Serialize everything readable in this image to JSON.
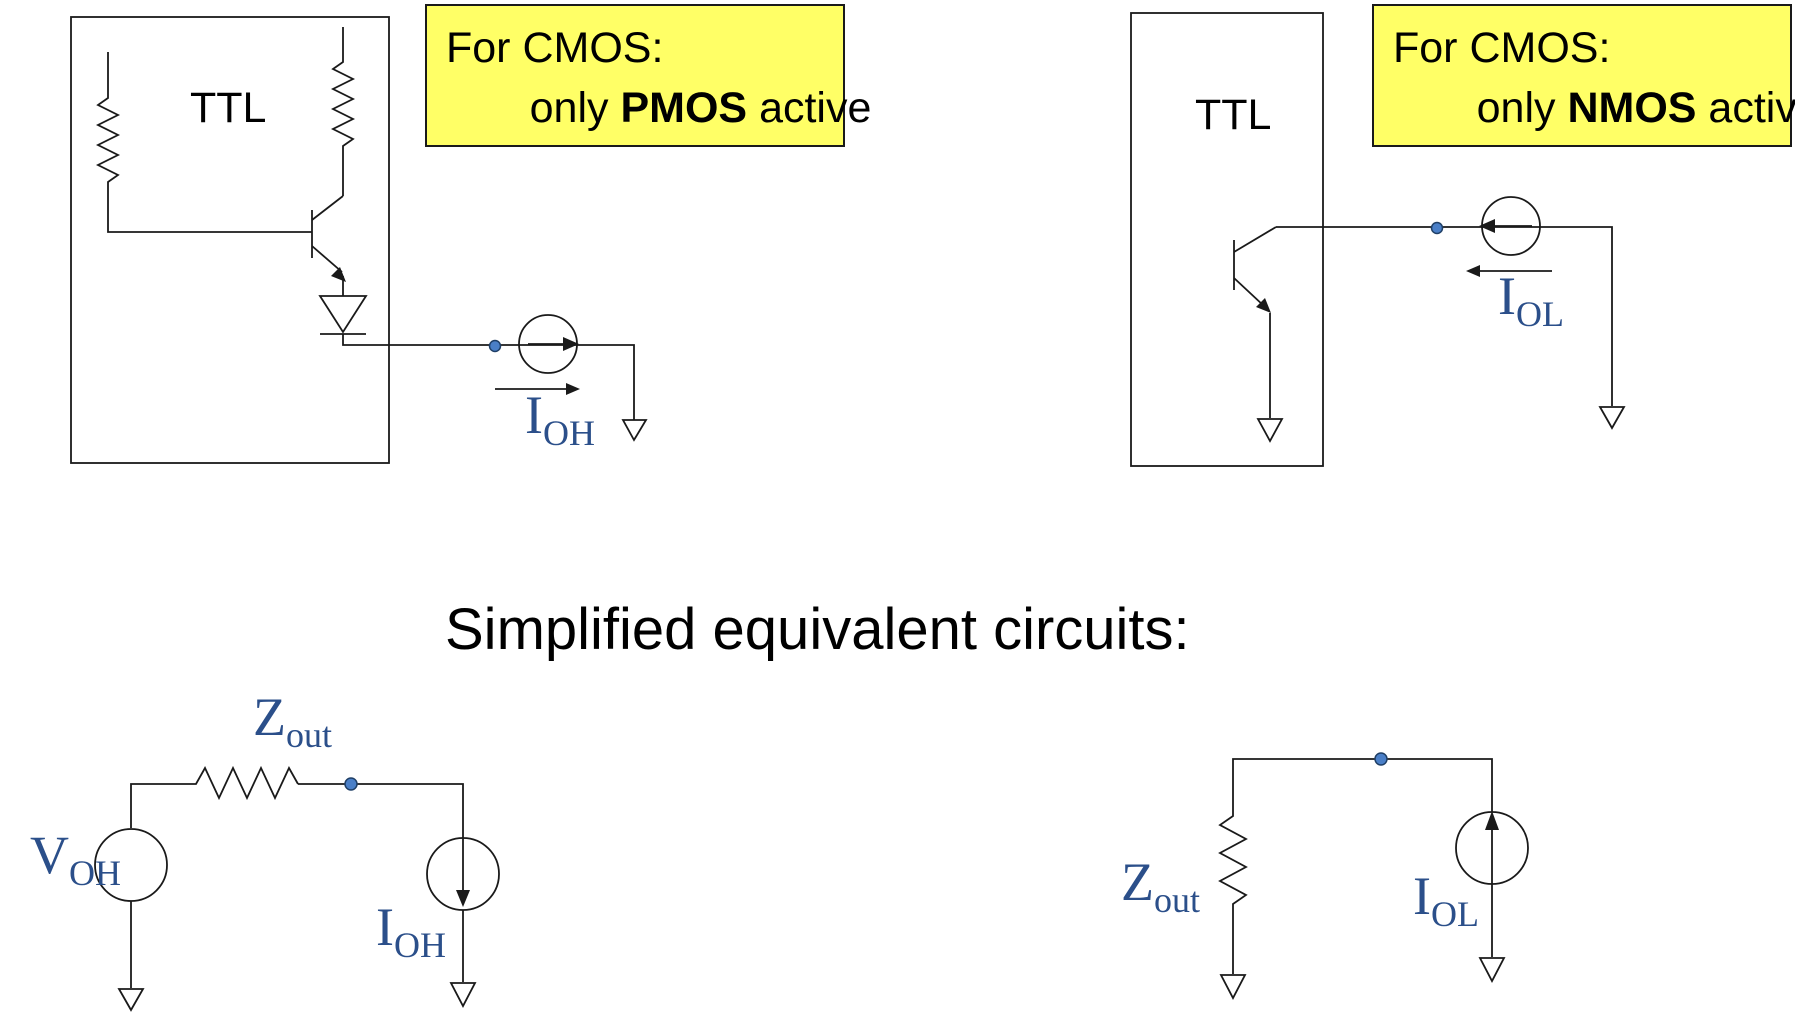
{
  "top_left": {
    "block_label": "TTL",
    "note_line1": "For CMOS:",
    "note_line2_prefix": "only ",
    "note_line2_bold": "PMOS",
    "note_line2_suffix": " active",
    "current_main": "I",
    "current_sub": "OH"
  },
  "top_right": {
    "block_label": "TTL",
    "note_line1": "For CMOS:",
    "note_line2_prefix": "only ",
    "note_line2_bold": "NMOS",
    "note_line2_suffix": " active",
    "current_main": "I",
    "current_sub": "OL"
  },
  "heading": "Simplified equivalent circuits:",
  "bottom_left": {
    "source_main": "V",
    "source_sub": "OH",
    "impedance_main": "Z",
    "impedance_sub": "out",
    "current_main": "I",
    "current_sub": "OH"
  },
  "bottom_right": {
    "impedance_main": "Z",
    "impedance_sub": "out",
    "current_main": "I",
    "current_sub": "OL"
  },
  "colors": {
    "note_fill": "#ffff66",
    "label_blue": "#2b4f8a",
    "node_blue": "#4a7fc7",
    "wire": "#1a1a1a"
  }
}
